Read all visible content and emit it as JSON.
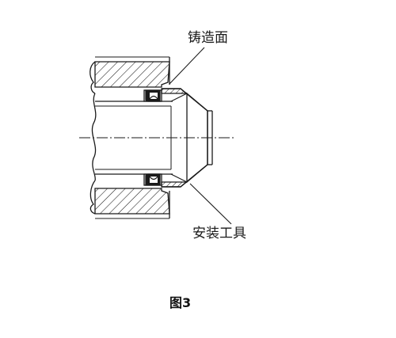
{
  "labels": {
    "casting_surface": "铸造面",
    "install_tool": "安装工具"
  },
  "caption": "图3",
  "colors": {
    "stroke": "#1a1a1a",
    "background": "#ffffff"
  }
}
